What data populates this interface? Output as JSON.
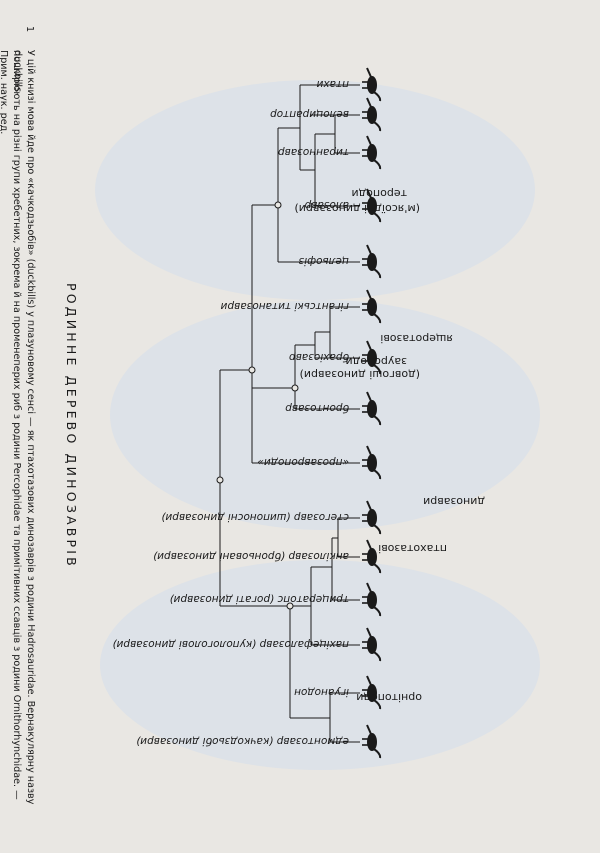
{
  "title": "РОДИННЕ ДЕРЕВО ДИНОЗАВРІВ",
  "taxa": [
    {
      "name": "птахи"
    },
    {
      "name": "велоцираптор"
    },
    {
      "name": "тираннозавр"
    },
    {
      "name": "алозавр"
    },
    {
      "name": "цельофіз"
    },
    {
      "name": "гігантські титанозаври"
    },
    {
      "name": "брахіозавр"
    },
    {
      "name": "бронтозавр"
    },
    {
      "name": "«прозавроподи»"
    },
    {
      "name": "стегозавр (шипоносні динозаври)"
    },
    {
      "name": "анкілозавр (броньовані динозаври)"
    },
    {
      "name": "трицератопс (рогаті динозаври)"
    },
    {
      "name": "пахіцефалозавр (купологолові динозаври)"
    },
    {
      "name": "ігуанодон"
    },
    {
      "name": "едмонтозавр (качкодзьобі динозаври)"
    }
  ],
  "footnote_mark": "1",
  "groups": {
    "theropods_1": "тероподи",
    "theropods_2": "(м'ясоїдні динозаври)",
    "sauropods_1": "зауроподи",
    "sauropods_2": "(довгоші динозаври)",
    "saurischia": "ящеротазові",
    "ornithischia": "птахотазові",
    "ornithopods": "орнітоподи",
    "dinosaurs": "динозаври"
  },
  "footnote": {
    "number": "1",
    "line1": "У цій книзі мова йде про «качкодзьобів» (duckbills) у плазуновому сенсі — як птахотазових динозаврів з родини Hadrosauridae. Вернакулярну назву duckbills",
    "line2": "поширюють на різні групи хребетних, зокрема й на променеперих риб з родини Percophidae та примітивних ссавців з родини Ornithorhynchidae. — Прим. наук. ред."
  },
  "colors": {
    "paper": "#e9e7e3",
    "ink": "#1a1a1a",
    "bleed": "#d7e0ea"
  }
}
